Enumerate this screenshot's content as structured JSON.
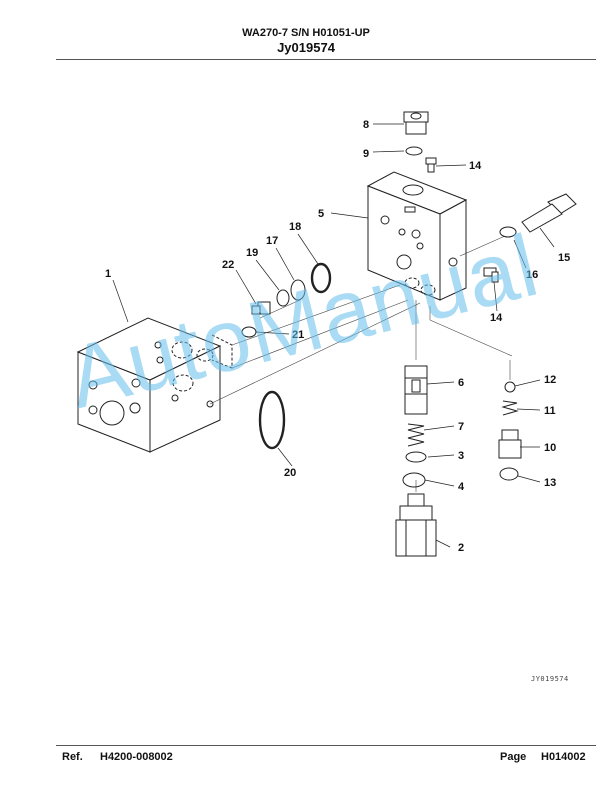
{
  "header": {
    "model_line": "WA270-7 S/N H01051-UP",
    "figure_code": "Jy019574"
  },
  "drawing_code": "JY019574",
  "watermark": "AutoManual",
  "callouts": [
    "1",
    "2",
    "3",
    "4",
    "5",
    "6",
    "7",
    "8",
    "9",
    "10",
    "11",
    "12",
    "13",
    "14",
    "14",
    "15",
    "16",
    "17",
    "18",
    "19",
    "20",
    "21",
    "22"
  ],
  "footer": {
    "ref_label": "Ref.",
    "ref_value": "H4200-008002",
    "page_label": "Page",
    "page_value": "H014002"
  }
}
